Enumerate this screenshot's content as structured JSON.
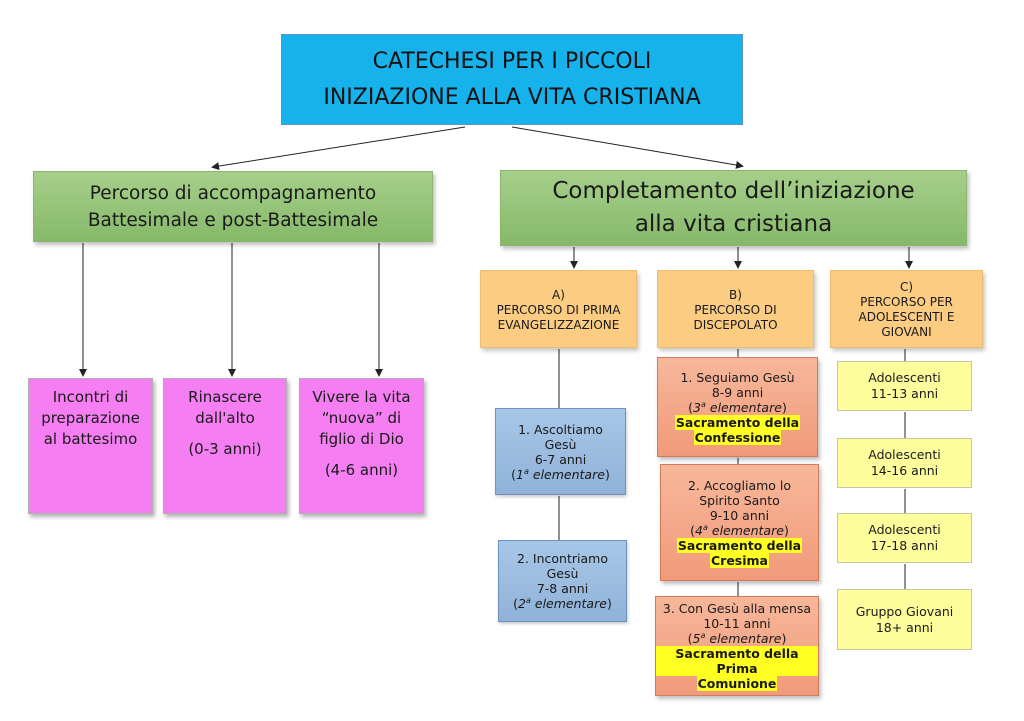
{
  "title": {
    "line1": "CATECHESI PER I PICCOLI",
    "line2": "INIZIAZIONE ALLA VITA CRISTIANA"
  },
  "branch_left": {
    "line1": "Percorso di accompagnamento",
    "line2": "Battesimale e post-Battesimale",
    "items": [
      {
        "line1": "Incontri di",
        "line2": "preparazione",
        "line3": "al battesimo"
      },
      {
        "line1": "Rinascere",
        "line2": "dall'alto",
        "line3": "(0-3 anni)"
      },
      {
        "line1": "Vivere la vita",
        "line2": "“nuova” di",
        "line3": "figlio di Dio",
        "line4": "(4-6 anni)"
      }
    ]
  },
  "branch_right": {
    "line1": "Completamento dell’iniziazione",
    "line2": "alla vita cristiana",
    "paths": [
      {
        "letter": "A)",
        "line1": "PERCORSO DI PRIMA",
        "line2": "EVANGELIZZAZIONE"
      },
      {
        "letter": "B)",
        "line1": "PERCORSO DI",
        "line2": "DISCEPOLATO"
      },
      {
        "letter": "C)",
        "line1": "PERCORSO PER",
        "line2": "ADOLESCENTI E",
        "line3": "GIOVANI"
      }
    ]
  },
  "path_a": [
    {
      "line1": "1. Ascoltiamo",
      "line2": "Gesù",
      "age": "6-7 anni",
      "grade_num": "1",
      "grade_sup": "a",
      "grade_word": "elementare"
    },
    {
      "line1": "2. Incontriamo",
      "line2": "Gesù",
      "age": "7-8 anni",
      "grade_num": "2",
      "grade_sup": "a",
      "grade_word": "elementare"
    }
  ],
  "path_b": [
    {
      "line1": "1. Seguiamo Gesù",
      "age": "8-9 anni",
      "grade_num": "3",
      "grade_sup": "a",
      "grade_word": "elementare",
      "sac1": "Sacramento della",
      "sac2": "Confessione"
    },
    {
      "line1": "2. Accogliamo lo",
      "line2": "Spirito Santo",
      "age": "9-10 anni",
      "grade_num": "4",
      "grade_sup": "a",
      "grade_word": "elementare",
      "sac1": "Sacramento della",
      "sac2": "Cresima"
    },
    {
      "line1": "3. Con Gesù alla mensa",
      "age": "10-11 anni",
      "grade_num": "5",
      "grade_sup": "a",
      "grade_word": "elementare",
      "sac1": "Sacramento della Prima",
      "sac2": "Comunione"
    }
  ],
  "path_c": [
    {
      "line1": "Adolescenti",
      "line2": "11-13 anni"
    },
    {
      "line1": "Adolescenti",
      "line2": "14-16 anni"
    },
    {
      "line1": "Adolescenti",
      "line2": "17-18 anni"
    },
    {
      "line1": "Gruppo Giovani",
      "line2": "18+ anni"
    }
  ],
  "colors": {
    "title_bg": "#16b2ec",
    "green": "#9cc77f",
    "pink": "#f57ff2",
    "orange": "#fbcc82",
    "blue": "#a0bfe2",
    "salmon": "#f4a98a",
    "yellow": "#fdfd9c",
    "highlight": "#ffff22"
  }
}
